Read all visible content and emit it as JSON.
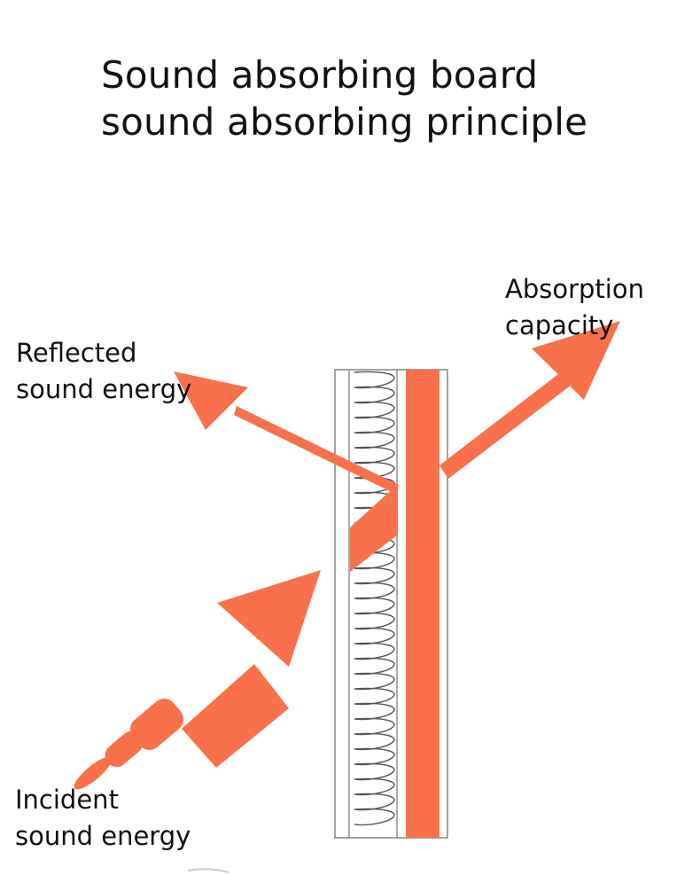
{
  "title": {
    "line1": "Sound absorbing board",
    "line2": "sound absorbing principle"
  },
  "labels": {
    "absorption": {
      "line1": "Absorption",
      "line2": "capacity"
    },
    "reflected": {
      "line1": "Reflected",
      "line2": "sound energy"
    },
    "incident": {
      "line1": "Incident",
      "line2": "sound energy"
    }
  },
  "colors": {
    "accent": "#F8714A",
    "board_outline": "#8a8a8a",
    "text": "#111111"
  }
}
